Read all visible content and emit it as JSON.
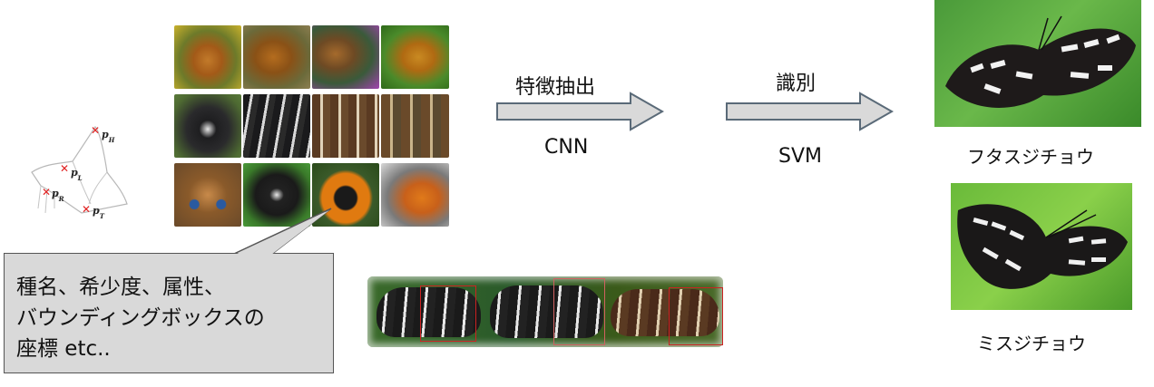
{
  "diagram": {
    "steps": [
      {
        "top_label": "特徴抽出",
        "bottom_label": "CNN"
      },
      {
        "top_label": "識別",
        "bottom_label": "SVM"
      }
    ],
    "species": [
      {
        "name": "フタスジチョウ"
      },
      {
        "name": "ミスジチョウ"
      }
    ],
    "keypoints": [
      {
        "label": "p",
        "sub": "H"
      },
      {
        "label": "p",
        "sub": "L"
      },
      {
        "label": "p",
        "sub": "R"
      },
      {
        "label": "p",
        "sub": "T"
      }
    ],
    "callout": {
      "lines": [
        "種名、希少度、属性、",
        "バウンディングボックスの",
        "座標 etc.."
      ]
    }
  },
  "colors": {
    "arrow_fill": "#d9d9d9",
    "arrow_stroke": "#5a6a78",
    "keypoint_marker": "#e02020",
    "bbox": "#cc2222",
    "callout_fill": "#d9d9d9"
  }
}
